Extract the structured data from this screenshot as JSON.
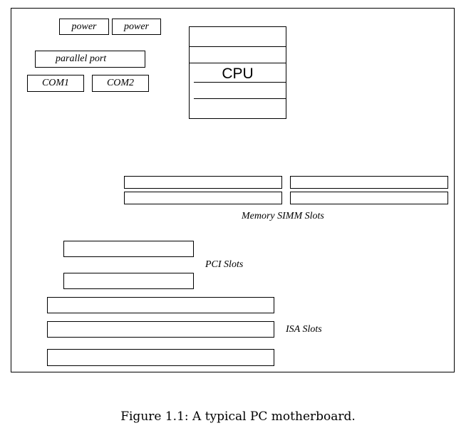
{
  "ports": {
    "power_left": "power",
    "power_right": "power",
    "parallel": "parallel port",
    "com1": "COM1",
    "com2": "COM2"
  },
  "cpu": {
    "label": "CPU"
  },
  "memory": {
    "label": "Memory SIMM Slots",
    "slot_count": 4
  },
  "pci": {
    "label": "PCI Slots",
    "slot_count": 2
  },
  "isa": {
    "label": "ISA Slots",
    "slot_count": 3
  },
  "caption": "Figure 1.1: A typical PC motherboard."
}
